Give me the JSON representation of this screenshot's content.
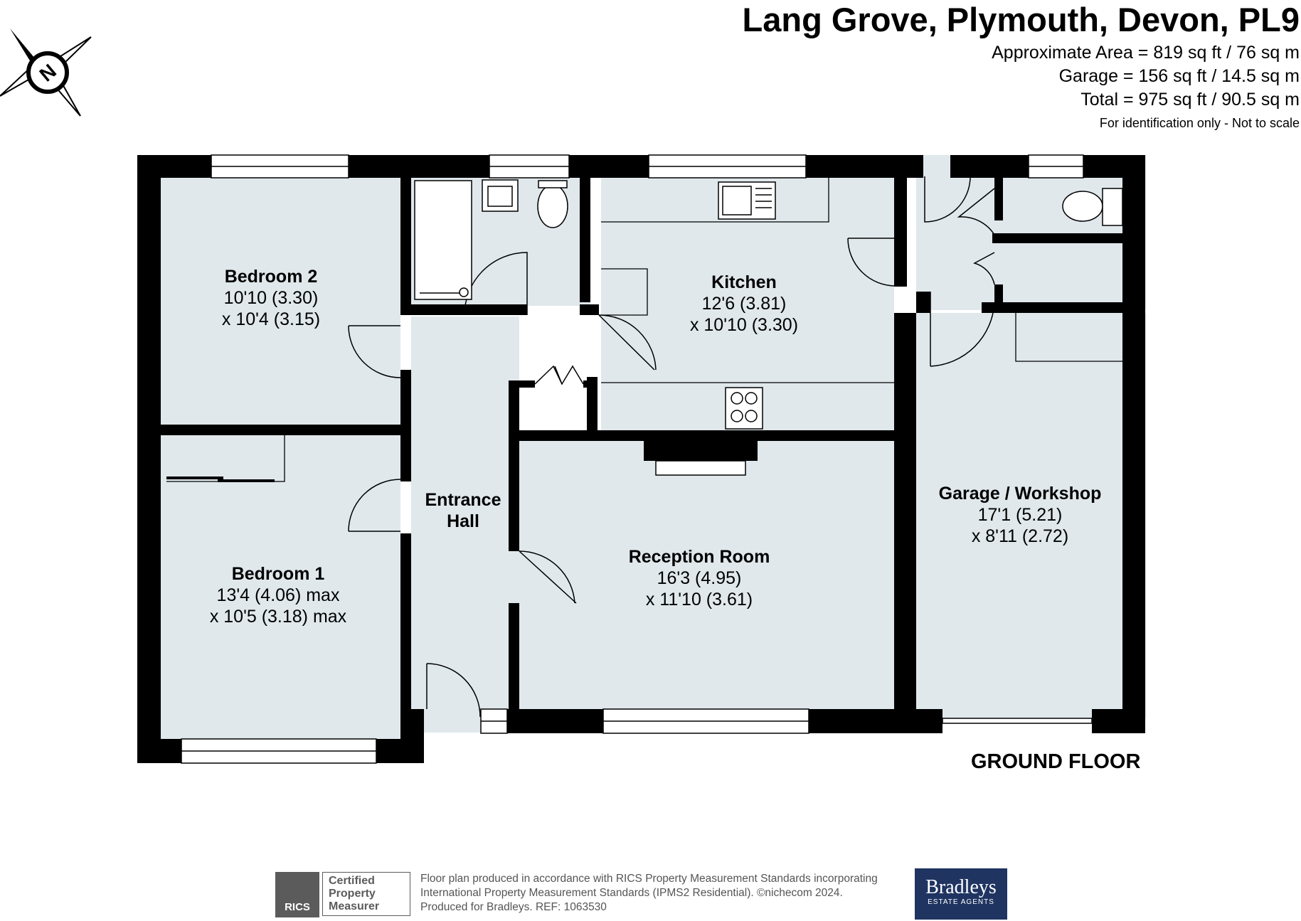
{
  "header": {
    "title": "Lang Grove, Plymouth, Devon, PL9",
    "area_lines": [
      "Approximate Area = 819 sq ft / 76 sq m",
      "Garage = 156 sq ft / 14.5 sq m",
      "Total = 975 sq ft / 90.5 sq m"
    ],
    "note": "For identification only - Not to scale"
  },
  "compass": {
    "label": "N"
  },
  "rooms": [
    {
      "name": "Bedroom 2",
      "dim1": "10'10 (3.30)",
      "dim2": "x 10'4 (3.15)"
    },
    {
      "name": "Kitchen",
      "dim1": "12'6 (3.81)",
      "dim2": "x 10'10 (3.30)"
    },
    {
      "name": "Entrance",
      "dim1": "Hall",
      "dim2": ""
    },
    {
      "name": "Bedroom 1",
      "dim1": "13'4 (4.06) max",
      "dim2": "x 10'5 (3.18) max"
    },
    {
      "name": "Reception Room",
      "dim1": "16'3 (4.95)",
      "dim2": "x 11'10 (3.61)"
    },
    {
      "name": "Garage / Workshop",
      "dim1": "17'1 (5.21)",
      "dim2": "x 8'11 (2.72)"
    }
  ],
  "floor_label": "GROUND FLOOR",
  "footer": {
    "rics_badge": "RICS",
    "certified": [
      "Certified",
      "Property",
      "Measurer"
    ],
    "lines": [
      "Floor plan produced in accordance with RICS Property Measurement Standards incorporating",
      "International Property Measurement Standards (IPMS2 Residential).  ©nichecom 2024.",
      "Produced for Bradleys.    REF: 1063530"
    ],
    "agent_name": "Bradleys",
    "agent_sub": "ESTATE AGENTS"
  },
  "colors": {
    "room_fill": "#e0e8ec",
    "wall": "#000000",
    "agent_bg": "#1f3461",
    "rics_grey": "#5b5b5b"
  }
}
